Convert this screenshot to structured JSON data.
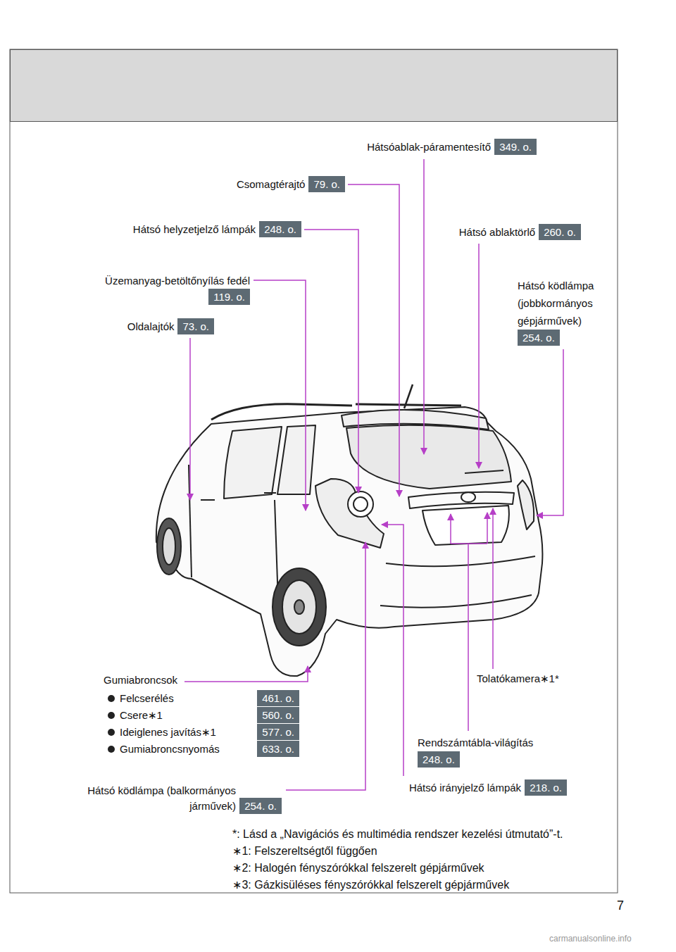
{
  "diagram": {
    "nodes": [
      {
        "text": [
          "Hátsóablak-páramentesítő",
          "349. o."
        ]
      },
      {
        "text": [
          "Csomagtérajtó",
          "79. o."
        ]
      },
      {
        "text": [
          "Hátsó helyzetjelző lámpák",
          "248. o."
        ]
      },
      {
        "text": [
          "Hátsó ablaktörlő",
          "260. o."
        ]
      },
      {
        "text": [
          "Üzemanyag-betöltőnyílás fedél",
          "119. o."
        ]
      },
      {
        "text": [
          "Hátsó ködlámpa (jobbkormányos gépjárművek)",
          "254. o."
        ]
      },
      {
        "text": [
          "Oldalajtók",
          "73. o."
        ]
      },
      {
        "text": [
          "Felcserélés",
          "461. o."
        ]
      },
      {
        "text": [
          "Csere∗1",
          "560. o."
        ]
      },
      {
        "text": [
          "Ideiglenes javítás∗1",
          "577. o."
        ]
      },
      {
        "text": [
          "Gumiabroncsnyomás",
          "633. o."
        ]
      },
      {
        "text": [
          "Rendszámtábla-világítás",
          "248. o."
        ]
      },
      {
        "text": [
          "Hátsó irányjelző lámpák",
          "218. o."
        ]
      },
      {
        "text": [
          "Hátsó ködlámpa (balkormányos járművek)",
          "254. o."
        ]
      }
    ],
    "labels": [
      "Gumiabroncsok",
      "Tolatókamera∗1*",
      "*: Lásd a „Navigációs és multimédia rendszer kezelési útmutató”-t.",
      "∗1: Felszereltségtől függően",
      "∗2: Halogén fényszórókkal felszerelt gépjárművek",
      "∗3: Gázkisüléses fényszórókkal felszerelt gépjárművek",
      "7",
      "carmanualsonline.info"
    ]
  }
}
